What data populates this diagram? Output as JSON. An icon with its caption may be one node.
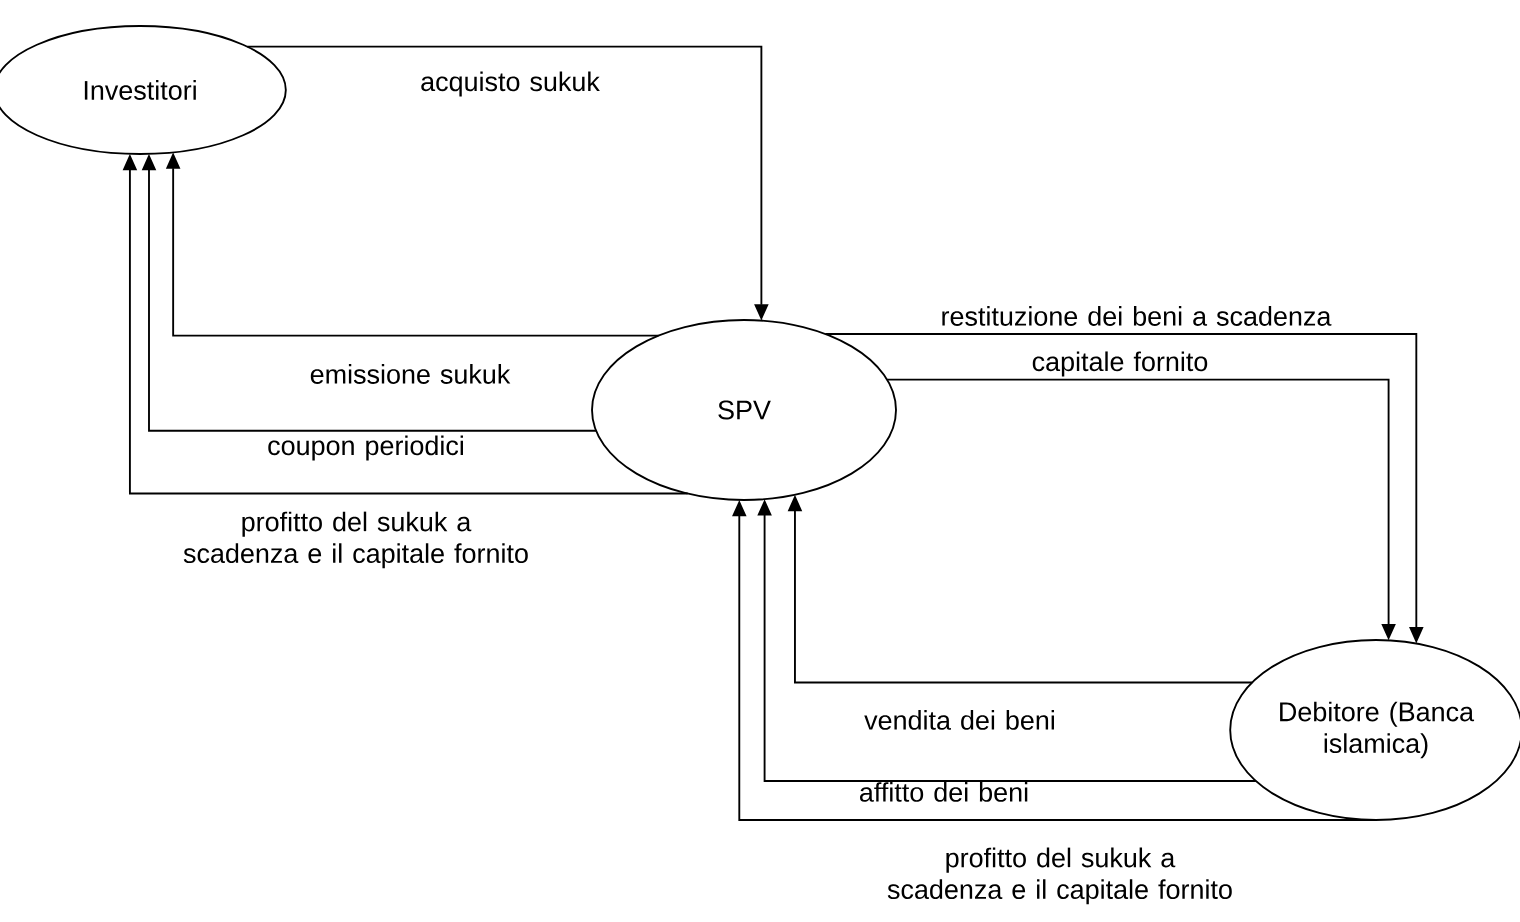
{
  "diagram": {
    "nodes": [
      {
        "text": [
          "Investitori"
        ]
      },
      {
        "text": [
          "SPV"
        ]
      },
      {
        "text": [
          "Debitore (Banca islamica)"
        ]
      }
    ],
    "edges": [
      {
        "from": 0,
        "to": 1,
        "arrow": "to",
        "label": "acquisto sukuk"
      },
      {
        "from": 1,
        "to": 0,
        "arrow": "to",
        "label": "emissione sukuk"
      },
      {
        "from": 1,
        "to": 0,
        "arrow": "to",
        "label": "coupon periodici"
      },
      {
        "from": 1,
        "to": 0,
        "arrow": "to",
        "label": "profitto del sukuk a scadenza e il capitale fornito"
      },
      {
        "from": 1,
        "to": 2,
        "arrow": "to",
        "label": "restituzione dei beni a scadenza"
      },
      {
        "from": 1,
        "to": 2,
        "arrow": "to",
        "label": "capitale fornito"
      },
      {
        "from": 2,
        "to": 1,
        "arrow": "to",
        "label": "vendita dei beni"
      },
      {
        "from": 2,
        "to": 1,
        "arrow": "to",
        "label": "affitto dei beni"
      },
      {
        "from": 2,
        "to": 1,
        "arrow": "to",
        "label": "profitto del sukuk a scadenza e il capitale fornito"
      }
    ]
  }
}
